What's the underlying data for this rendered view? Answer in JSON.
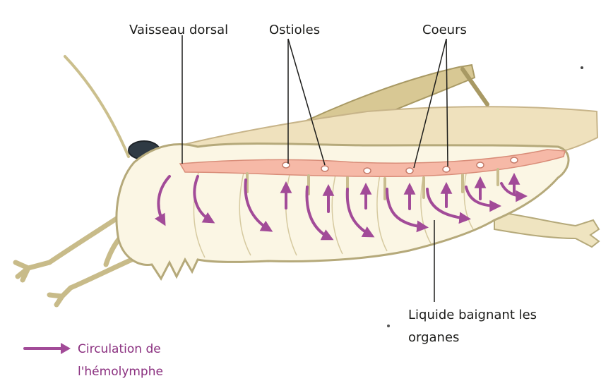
{
  "labels": {
    "dorsal_vessel": "Vaisseau dorsal",
    "ostioles": "Ostioles",
    "hearts": "Coeurs",
    "fluid_line1": "Liquide baignant les",
    "fluid_line2": "organes"
  },
  "legend": {
    "line1": "Circulation de",
    "line2": "l'hémolymphe"
  },
  "colors": {
    "body_fill": "#fbf6e4",
    "body_outline": "#b5a97a",
    "wing": "#efe1bd",
    "vessel": "#f6b9a7",
    "arrow": "#a24b98",
    "label_text": "#1d1d1b",
    "legend_text": "#8a2f7f"
  }
}
